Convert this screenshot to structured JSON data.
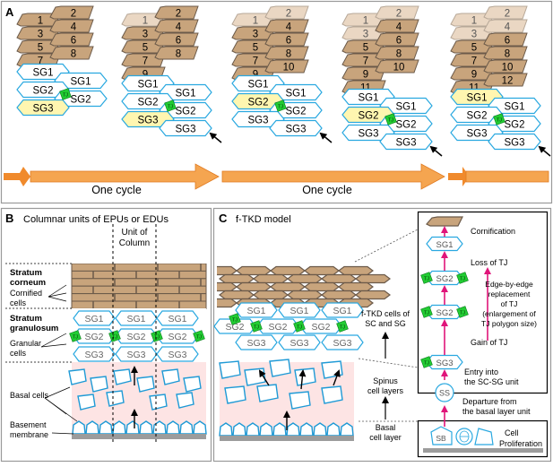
{
  "colors": {
    "cornified_fill": "#c8a47c",
    "cornified_stroke": "#6b5a4a",
    "faded_fill": "#ead7c3",
    "sg_stroke": "#29a8e0",
    "highlight_fill": "#fff6b0",
    "tj_green": "#22cc33",
    "arrow_orange": "#f08a2c",
    "basal_pink": "#fde4e4",
    "basal_stroke": "#1e9ad6",
    "magenta": "#e0157a",
    "basement_gray": "#9c9c9c"
  },
  "panel_a": {
    "letter": "A",
    "columns": [
      {
        "corn": [
          "1",
          "2",
          "3",
          "4",
          "5",
          "6",
          "7",
          "8"
        ],
        "sg": [
          "SG1",
          "SG1",
          "SG2",
          "SG2",
          "SG3"
        ]
      },
      {
        "corn": [
          "1",
          "2",
          "3",
          "4",
          "5",
          "6",
          "7",
          "8",
          "9"
        ],
        "sg": [
          "SG1",
          "SG1",
          "SG2",
          "SG2",
          "SG3",
          "SG3"
        ]
      },
      {
        "corn": [
          "1",
          "2",
          "3",
          "4",
          "5",
          "6",
          "7",
          "8",
          "9",
          "10"
        ],
        "sg": [
          "SG1",
          "SG1",
          "SG2",
          "SG2",
          "SG3",
          "SG3"
        ]
      },
      {
        "corn": [
          "1",
          "2",
          "3",
          "4",
          "5",
          "6",
          "7",
          "8",
          "9",
          "10",
          "11"
        ],
        "sg": [
          "SG1",
          "SG1",
          "SG2",
          "SG2",
          "SG3",
          "SG3"
        ]
      },
      {
        "corn": [
          "1",
          "2",
          "3",
          "4",
          "5",
          "6",
          "7",
          "8",
          "9",
          "10",
          "11",
          "12"
        ],
        "sg": [
          "SG1",
          "SG1",
          "SG2",
          "SG2",
          "SG3",
          "SG3"
        ]
      }
    ],
    "tj_label": "TJ",
    "cycle_labels": [
      "One cycle",
      "One cycle"
    ]
  },
  "panel_b": {
    "letter": "B",
    "title": "Columnar units of EPUs or EDUs",
    "unit_label_1": "Unit of",
    "unit_label_2": "Column",
    "stratum_corneum_1": "Stratum",
    "stratum_corneum_2": "corneum",
    "cornified_1": "Cornified",
    "cornified_2": "cells",
    "stratum_granulosum_1": "Stratum",
    "stratum_granulosum_2": "granulosum",
    "granular_1": "Granular",
    "granular_2": "cells",
    "basal_cells": "Basal cells",
    "basement_1": "Basement",
    "basement_2": "membrane",
    "sg_rows": [
      [
        "SG1",
        "SG1",
        "SG1"
      ],
      [
        "SG2",
        "SG2",
        "SG2"
      ],
      [
        "SG3",
        "SG3",
        "SG3"
      ]
    ]
  },
  "panel_c": {
    "letter": "C",
    "title": "f-TKD model",
    "ftkd_1": "f-TKD cells of",
    "ftkd_2": "SC and SG",
    "spinus_1": "Spinus",
    "spinus_2": "cell layers",
    "basal_1": "Basal",
    "basal_2": "cell layer",
    "sg_rows": [
      [
        "SG1",
        "SG1",
        "SG1"
      ],
      [
        "SG2",
        "SG2",
        "SG2",
        "SG2"
      ],
      [
        "SG3",
        "SG3",
        "SG3"
      ]
    ],
    "flow": {
      "cornification": "Cornification",
      "sg1": "SG1",
      "loss_tj": "Loss of TJ",
      "sg2": "SG2",
      "edge_1": "Edge-by-edge",
      "edge_2": "replacement",
      "edge_3": "of TJ",
      "edge_4": "(enlargement of",
      "edge_5": "TJ polygon size)",
      "gain_tj": "Gain of TJ",
      "sg3": "SG3",
      "entry_1": "Entry into",
      "entry_2": "the SC-SG unit",
      "ss": "SS",
      "departure_1": "Departure from",
      "departure_2": "the basal layer unit",
      "sb": "SB",
      "prolif_1": "Cell",
      "prolif_2": "Proliferation"
    }
  }
}
